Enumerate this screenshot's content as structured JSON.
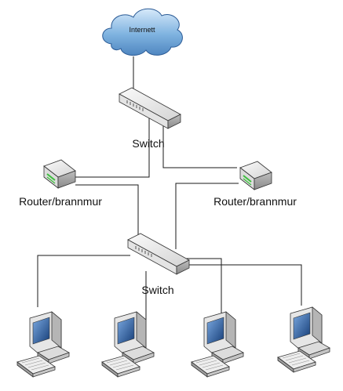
{
  "cloud": {
    "label": "Internett"
  },
  "top_switch": {
    "label": "Switch"
  },
  "router_left": {
    "label": "Router/brannmur"
  },
  "router_right": {
    "label": "Router/brannmur"
  },
  "bottom_switch": {
    "label": "Switch"
  },
  "colors": {
    "cloud_fill": "#7fb3e0",
    "device_body": "#e8e8e8",
    "device_shadow": "#9a9a9a",
    "screen": "#1d4f8f",
    "led_green": "#3bbf3b"
  },
  "workstations": [
    {
      "icon": "workstation-icon"
    },
    {
      "icon": "workstation-icon"
    },
    {
      "icon": "workstation-icon"
    },
    {
      "icon": "workstation-icon"
    }
  ]
}
